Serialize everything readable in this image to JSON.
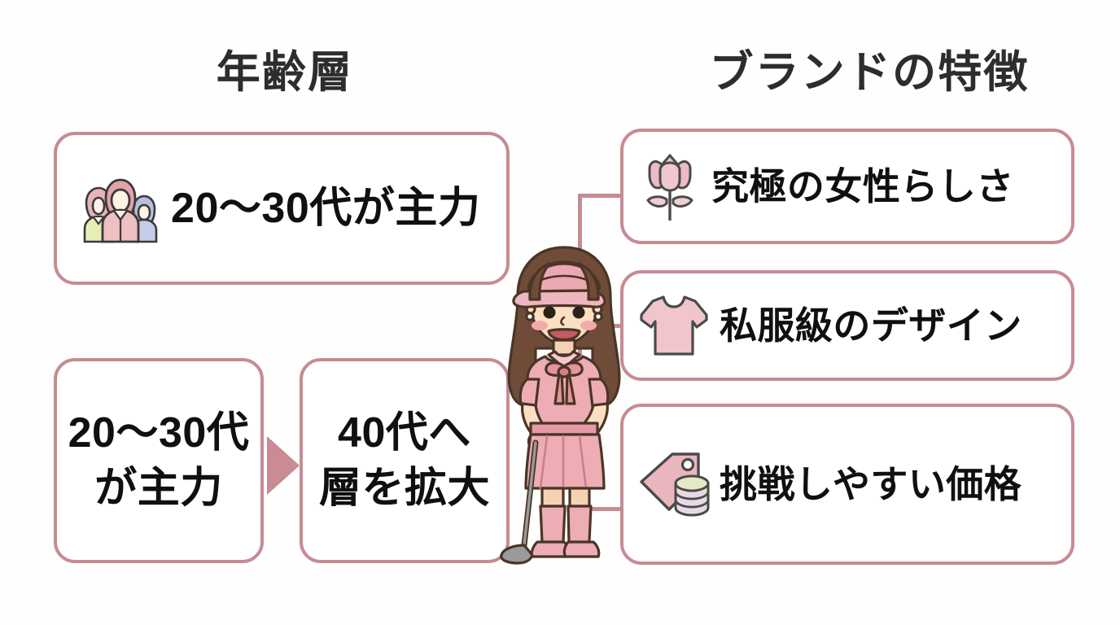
{
  "page": {
    "background_color": "#fefefe",
    "accent_color": "#c68b93",
    "arrow_color": "#c98b94",
    "text_color": "#101010",
    "heading_color": "#2d2d2d"
  },
  "headings": {
    "left": "年齢層",
    "right": "ブランドの特徴"
  },
  "age_section": {
    "main_box": {
      "icon": "family-group-icon",
      "text": "20〜30代が主力"
    },
    "shift": {
      "from_box": {
        "text": "20〜30代\nが主力"
      },
      "arrow": {
        "icon": "right-arrow-icon"
      },
      "to_box": {
        "text": "40代へ\n層を拡大"
      }
    }
  },
  "brand_section": {
    "features": [
      {
        "icon": "tulip-flower-icon",
        "text": "究極の女性らしさ"
      },
      {
        "icon": "long-sleeve-shirt-icon",
        "text": "私服級のデザイン"
      },
      {
        "icon": "price-tag-coins-icon",
        "text": "挑戦しやすい価格"
      }
    ]
  },
  "character": {
    "name": "golf-woman-illustration",
    "description": "女性ゴルファー",
    "colors": {
      "hair": "#6b4a38",
      "skin": "#fbdfc2",
      "outfit": "#eeadb4",
      "visor": "#e8a7b0",
      "club": "#9a9a9a"
    }
  }
}
